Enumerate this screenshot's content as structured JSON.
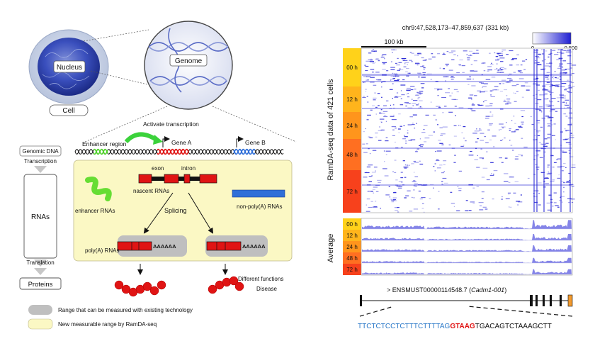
{
  "left": {
    "nucleus": "Nucleus",
    "cell": "Cell",
    "genome": "Genome",
    "activate": "Activate transcription",
    "enhancer_region": "Enhancer region",
    "gene_a": "Gene A",
    "gene_b": "Gene B",
    "genomic_dna": "Genomic DNA",
    "transcription": "Transcription",
    "rnas": "RNAs",
    "translation": "Translation",
    "proteins": "Proteins",
    "exon": "exon",
    "intron": "intron",
    "nascent": "nascent RNAs",
    "enhancer_rnas": "enhancer RNAs",
    "nonpoly": "non-poly(A) RNAs",
    "splicing": "Splicing",
    "polya_tail": "AAAAAA",
    "polya_rnas": "poly(A) RNAs",
    "diff_functions": "Different functions",
    "disease": "Disease",
    "legend_gray": "Range that can be measured with existing technology",
    "legend_yellow": "New measurable range by RamDA-seq"
  },
  "right": {
    "locus": "chr9:47,528,173–47,859,637 (331 kb)",
    "scalebar": "100 kb",
    "colorbar_min": "0",
    "colorbar_max": "0.500",
    "ylabel_cells": "RamDA-seq  data of  421 cells",
    "ylabel_avg": "Average",
    "timepoints": [
      "00 h",
      "12 h",
      "24 h",
      "48 h",
      "72 h"
    ],
    "transcript_id": "> ENSMUST00000114548.7 (",
    "transcript_name": "Cadm1-001",
    "transcript_close": ")",
    "seq_blue_1": "TTCTCTCCTCTTTCTTTTAG",
    "seq_red": "GTAAG",
    "seq_black": "TGACAGTCTAAAGCTT"
  },
  "colors": {
    "heat_blue": "#2b2bd6",
    "exon_red": "#e01414",
    "enhancer_green": "#66dd33",
    "nonpoly_blue": "#2f6fd8",
    "highlight_yellow": "#fbf8c4",
    "existing_gray": "#bfbfbf",
    "time_00": "#ffd21a",
    "time_12": "#ffb41c",
    "time_24": "#ff951c",
    "time_48": "#ff6f21",
    "time_72": "#f7411c"
  }
}
